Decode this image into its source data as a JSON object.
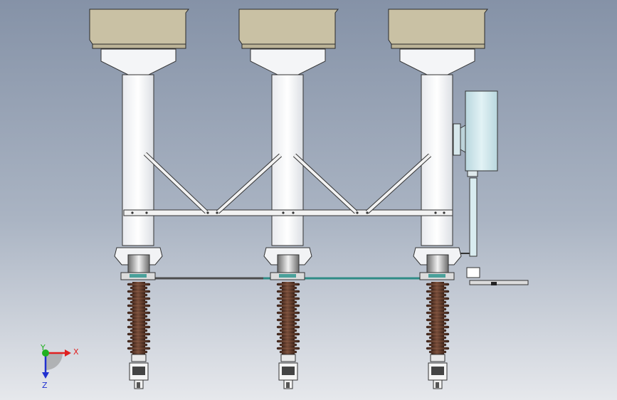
{
  "colors": {
    "background_top": "#8391a6",
    "background_bottom": "#e4e6ea",
    "tank": "#c9c1a4",
    "tank_stroke": "#2a2a2a",
    "column": "#f4f5f7",
    "column_stroke": "#333333",
    "insulator": "#5a3424",
    "insulator_light": "#8a5a44",
    "cabinet": "#cfe6ec",
    "link_rod_teal": "#2f8c86",
    "link_rod_gray": "#555555",
    "axis_x": "#e02020",
    "axis_y": "#20b020",
    "axis_z": "#2030d0"
  },
  "phases": [
    "pole-left",
    "pole-center",
    "pole-right"
  ],
  "triad": {
    "x_label": "X",
    "y_label": "Y",
    "z_label": "Z"
  },
  "icons": {
    "triad": "coordinate-triad-icon"
  }
}
